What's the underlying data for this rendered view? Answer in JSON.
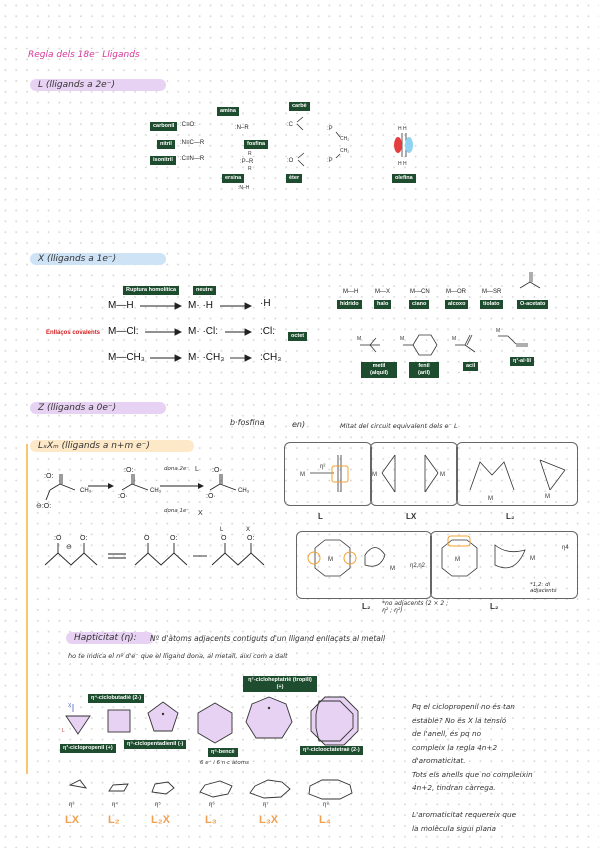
{
  "title": "Regla dels 18e⁻ Lligands",
  "sections": {
    "l": "L (lligands a 2e⁻)",
    "x": "X (lligands a 1e⁻)",
    "z": "Z (lligands a 0e⁻)"
  },
  "l_ligands": {
    "carbonil": "carbonil",
    "carbonil_f": ":C≡O:",
    "nitril": "nitril",
    "nitril_f": ":N≡C—R",
    "isonitril": "isonitril",
    "isonitril_f": ":C≡N—R",
    "amina": "amina",
    "amina_f": ":N–R",
    "fosfina": "fosfina",
    "ersina": "ersina",
    "carbe": "carbè",
    "eter": "èter",
    "olefina": "olefina"
  },
  "x_ligands": {
    "ruptura": "Ruptura homolítica",
    "neutre": "neutre",
    "enllacos": "Enllaços covalents",
    "octet": "octet",
    "row1a": "M—H",
    "row1b": "M· ·H",
    "row1c": "·H",
    "row2a": "M—Cl:",
    "row2b": "M· ·Cl:",
    "row2c": ":Cl:",
    "row3a": "M—CH₃",
    "row3b": "M· ·CH₃",
    "row3c": ":CH₃",
    "hidrido": "hidrido",
    "halo": "halo",
    "ciano": "ciano",
    "alcoxo": "alcoxo",
    "tiolato": "tiolato",
    "oacetato": "O-acetato",
    "f1": "M—H",
    "f2": "M—X",
    "f3": "M—CN",
    "f4": "M—OR",
    "f5": "M—SR",
    "metil": "metil (alquil)",
    "fenil": "fenil (aril)",
    "acil": "acil",
    "eta1alil": "η¹-al·lil"
  },
  "z_section": {
    "b_fosfina": "b·fosfina",
    "en": "en)",
    "lxm": "LₓXₘ (lligands a n+m e⁻)",
    "note_top": "Mitat del circuit equivalent dels e⁻ L",
    "dona1": "dona 2e⁻",
    "dona2": "dona 1e⁻",
    "L": "L",
    "X": "X",
    "box_L": "L",
    "box_LX": "LX",
    "box_L2a": "L₂",
    "box_L2b": "L₂",
    "box_L2c": "L₂",
    "eta2": "η2,η2",
    "eta4": "η4",
    "no_adj": "*no adjacents (2 × 2 ; η² ; η²)",
    "no_adj2": "*1,2: di adjacents",
    "m": "M"
  },
  "hapticitat": {
    "title": "Hapticitat (η):",
    "line1": "Nº d'àtoms adjacents contiguts d'un lligand enllaçats al metall",
    "line2": "ho te indica el nº d'e⁻ que el lligand dona, al metall, així com a dalt"
  },
  "rings": {
    "ciclobutadie": "η⁴-ciclobutadiè (2-)",
    "ciclopropenil": "η³-ciclopropenil (+)",
    "ciclopentadienil": "η⁵-ciclopentadienil (-)",
    "cicloheptatrie": "η⁷-cicloheptatriè (tropili) (+)",
    "bence": "η⁶-bencè",
    "ciclooctatetrae": "η⁸-ciclooctatetraè (2-)",
    "orange_note": "6 e⁻ i 6 n·c àtoms",
    "eta_labels": [
      "η³",
      "η⁴",
      "η⁵",
      "η⁶",
      "η⁷",
      "η⁸"
    ],
    "type_labels": [
      "LX",
      "L₂",
      "L₂X",
      "L₃",
      "L₃X",
      "L₄"
    ]
  },
  "side_note": {
    "lines": [
      "Pq el ciclopropenil no és tan",
      "estable? No és X la tensió",
      "de l'anell, és pq no",
      "compleix la regla 4n+2",
      "d'aromaticitat.",
      "Tots els anells que no compleixin",
      "4n+2, tindran càrrega.",
      "",
      "L'aromaticitat requereix que",
      "la molècula sigui plana"
    ]
  }
}
